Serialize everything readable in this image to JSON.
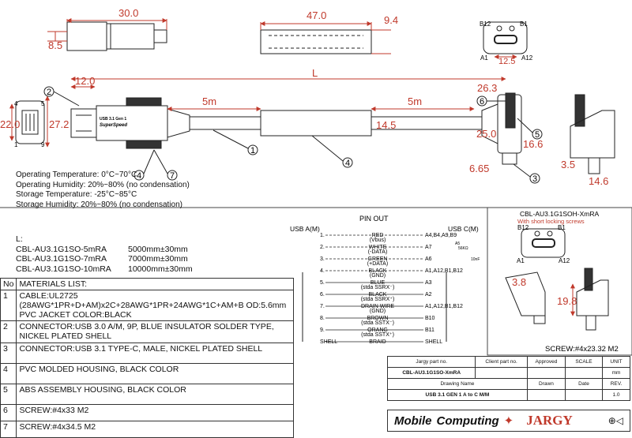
{
  "dims": {
    "d30_0": "30.0",
    "d8_5": "8.5",
    "d47_0": "47.0",
    "d9_4": "9.4",
    "d12_5": "12.5",
    "d12_0": "12.0",
    "L": "L",
    "d5m_left": "5m",
    "d5m_right": "5m",
    "d26_3": "26.3",
    "d22_0": "22.0",
    "d27_2": "27.2",
    "d14_5": "14.5",
    "d25_0": "25.0",
    "d16_6": "16.6",
    "d6_65": "6.65",
    "d3_5": "3.5",
    "d14_6": "14.6",
    "d19_8": "19.8",
    "d3_8": "3.8"
  },
  "pin_labels": {
    "b12": "B12",
    "b1": "B1",
    "a1": "A1",
    "a12": "A12",
    "usba_pins": [
      "4",
      "5",
      "1",
      "9"
    ]
  },
  "callouts": [
    "1",
    "2",
    "3",
    "4",
    "5",
    "6",
    "7"
  ],
  "cable_print": {
    "line1": "USB 3.1 Gen 1",
    "line2": "SuperSpeed"
  },
  "notes": [
    "Operating Temperature: 0°C~70°C",
    "Operating Humidity: 20%~80% (no condensation)",
    "Storage Temperature: -25°C~85°C",
    "Storage  Humidity: 20%~80% (no condensation)"
  ],
  "lengths": {
    "header": "L:",
    "rows": [
      {
        "part": "CBL-AU3.1G1SO-5mRA",
        "len": "5000mm±30mm"
      },
      {
        "part": "CBL-AU3.1G1SO-7mRA",
        "len": "7000mm±30mm"
      },
      {
        "part": "CBL-AU3.1G1SO-10mRA",
        "len": "10000mm±30mm"
      }
    ]
  },
  "materials": {
    "no_header": "No",
    "title": "MATERIALS LIST:",
    "items": [
      {
        "no": "1",
        "text": "CABLE:UL2725 (28AWG*1PR+D+AM)x2C+28AWG*1PR+24AWG*1C+AM+B OD:5.6mm  PVC JACKET COLOR:BLACK"
      },
      {
        "no": "2",
        "text": "CONNECTOR:USB 3.0 A/M, 9P, BLUE INSULATOR SOLDER TYPE, NICKEL PLATED SHELL"
      },
      {
        "no": "3",
        "text": "CONNECTOR:USB 3.1 TYPE-C, MALE, NICKEL PLATED SHELL"
      },
      {
        "no": "4",
        "text": "PVC MOLDED HOUSING, BLACK COLOR"
      },
      {
        "no": "5",
        "text": "ABS ASSEMBLY HOUSING, BLACK COLOR"
      },
      {
        "no": "6",
        "text": "SCREW:#4x33 M2"
      },
      {
        "no": "7",
        "text": "SCREW:#4x34.5 M2"
      }
    ]
  },
  "pinout": {
    "title": "PIN OUT",
    "usb_a": "USB A(M)",
    "usb_c": "USB C(M)",
    "resistor": "A5",
    "resistor_val": "56KΩ",
    "cap": "10nF",
    "rows": [
      {
        "a": "1.",
        "name": "RED",
        "sub": "(Vbus)",
        "c": "A4,B4,A9,B9"
      },
      {
        "a": "2.",
        "name": "WHITE",
        "sub": "(-DATA)",
        "c": "A7"
      },
      {
        "a": "3.",
        "name": "GREEN",
        "sub": "(+DATA)",
        "c": "A6"
      },
      {
        "a": "4.",
        "name": "BLACK",
        "sub": "(GND)",
        "c": "A1,A12,B1,B12"
      },
      {
        "a": "5.",
        "name": "BLUE",
        "sub": "(stda SSRX⁻)",
        "c": "A3"
      },
      {
        "a": "6.",
        "name": "BLACK",
        "sub": "(stda SSRX⁺)",
        "c": "A2"
      },
      {
        "a": "7.",
        "name": "DRAIN WIRE",
        "sub": "(GND)",
        "c": "A1,A12,B1,B12"
      },
      {
        "a": "8.",
        "name": "BROWN",
        "sub": "(stda SSTX⁻)",
        "c": "B10"
      },
      {
        "a": "9.",
        "name": "ORANG",
        "sub": "(stda SSTX⁺)",
        "c": "B11"
      },
      {
        "a": "SHELL",
        "name": "BRAID",
        "sub": "",
        "c": "SHELL"
      }
    ]
  },
  "variant": {
    "title": "CBL-AU3.1G1SOH-XmRA",
    "subtitle": "With short locking screws",
    "screw": "SCREW:#4x23.32 M2"
  },
  "title_block": {
    "jargy_part": "Jargy part no.",
    "client_part": "Client part no.",
    "approved": "Approved",
    "scale": "SCALE",
    "unit": "UNIT",
    "part_no": "CBL-AU3.1G1SO-XmRA",
    "unit_val": "mm",
    "drawing_name": "Drawing Name",
    "drawn": "Drawn",
    "date": "Date",
    "rev": "REV.",
    "drawing_val": "USB 3.1 GEN 1 A to C M/M",
    "rev_val": "1.0",
    "brand1": "Mobile",
    "brand2": "Computing",
    "brand3": "JARGY"
  },
  "colors": {
    "dimension": "#c0392b",
    "line": "#222222"
  }
}
